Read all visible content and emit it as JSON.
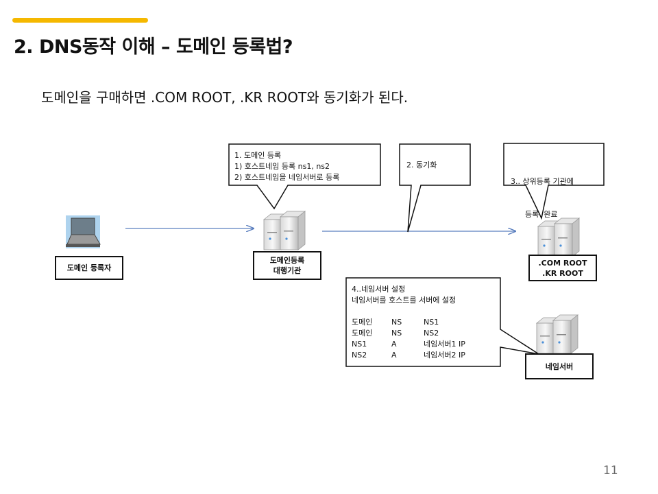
{
  "header": {
    "title": "2. DNS동작 이해 – 도메인 등록법?",
    "subtitle": "도메인을 구매하면 .COM ROOT, .KR ROOT와 동기화가 된다.",
    "accent_color": "#f5b800"
  },
  "diagram": {
    "nodes": {
      "registrant": {
        "label": "도메인 등록자",
        "icon": "laptop-icon"
      },
      "registrar": {
        "label_line1": "도메인등록",
        "label_line2": "대행기관",
        "icon": "server-icon"
      },
      "root": {
        "label_line1": ".COM ROOT",
        "label_line2": ".KR ROOT",
        "icon": "server-icon"
      },
      "nameserver": {
        "label": "네임서버",
        "icon": "server-icon"
      }
    },
    "callouts": {
      "step1": {
        "line1": "1.   도메인 등록",
        "line2": "1)   호스트네임 등록 ns1, ns2",
        "line3": "2)   호스트네임을 네임서버로 등록"
      },
      "step2": {
        "line1": "2. 동기화"
      },
      "step3": {
        "line1": "3.. 상위등록 기관에",
        "line2": "      등록  완료"
      },
      "step4": {
        "line1": "4..네임서버 설정",
        "line2": "네임서버를 호스트를  서버에 설정",
        "records": [
          {
            "name": "도메인",
            "type": "NS",
            "value": "NS1"
          },
          {
            "name": "도메인",
            "type": "NS",
            "value": "NS2"
          },
          {
            "name": "NS1",
            "type": "A",
            "value": "네임서버1 IP"
          },
          {
            "name": "NS2",
            "type": "A",
            "value": "네임서버2 IP"
          }
        ]
      }
    },
    "arrow_color": "#5b7fbf"
  },
  "footer": {
    "page_number": "11"
  }
}
